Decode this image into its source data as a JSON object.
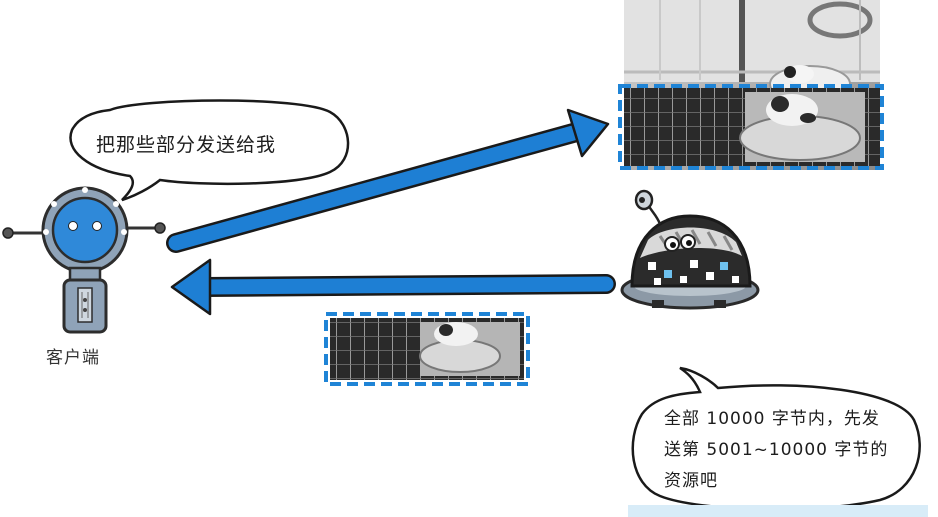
{
  "client": {
    "label": "客户端"
  },
  "client_request_bubble": {
    "text": "把那些部分发送给我"
  },
  "server_response_bubble": {
    "text": "全部 10000 字节内，先发送第 5001~10000 字节的资源吧"
  },
  "colors": {
    "arrow": "#1e7fd4",
    "dashed_border": "#1f84d6",
    "robot_body": "#8fa3b8",
    "robot_face": "#2f89d9"
  }
}
